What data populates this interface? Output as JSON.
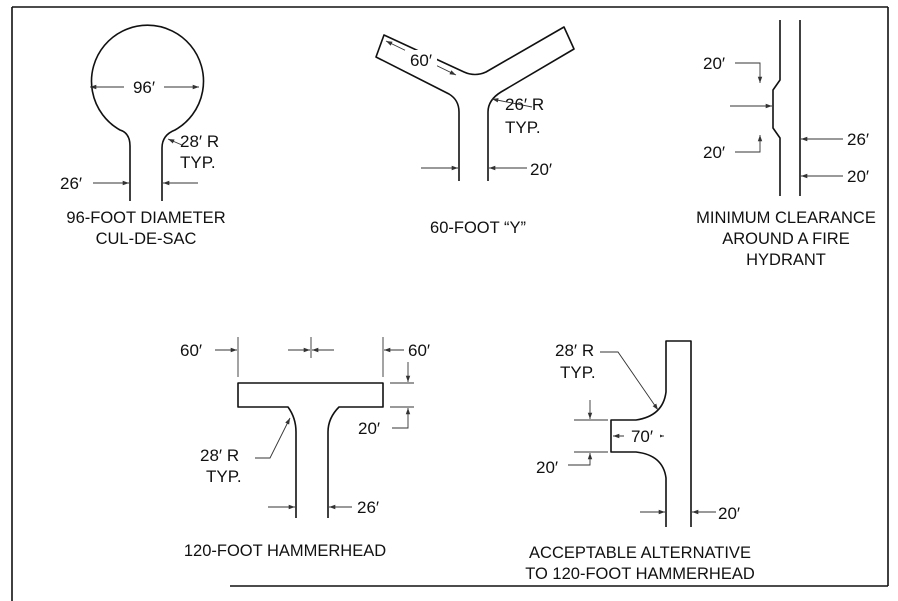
{
  "cul_de_sac": {
    "diameter": "96′",
    "width": "26′",
    "radius": "28′ R",
    "radius_typ": "TYP.",
    "caption_line1": "96-FOOT DIAMETER",
    "caption_line2": "CUL-DE-SAC"
  },
  "y_turn": {
    "leg": "60′",
    "radius": "26′ R",
    "radius_typ": "TYP.",
    "width": "20′",
    "caption": "60-FOOT “Y”"
  },
  "hydrant": {
    "clear_top": "20′",
    "clear_bottom": "20′",
    "wide_width": "26′",
    "width": "20′",
    "caption_line1": "MINIMUM CLEARANCE",
    "caption_line2": "AROUND A FIRE",
    "caption_line3": "HYDRANT"
  },
  "hammerhead": {
    "left_len": "60′",
    "right_len": "60′",
    "arm_width": "20′",
    "radius": "28′ R",
    "radius_typ": "TYP.",
    "stem_width": "26′",
    "caption": "120-FOOT HAMMERHEAD"
  },
  "alternative": {
    "radius": "28′ R",
    "radius_typ": "TYP.",
    "length": "70′",
    "arm_width": "20′",
    "width": "20′",
    "caption_line1": "ACCEPTABLE ALTERNATIVE",
    "caption_line2": "TO 120-FOOT HAMMERHEAD"
  }
}
